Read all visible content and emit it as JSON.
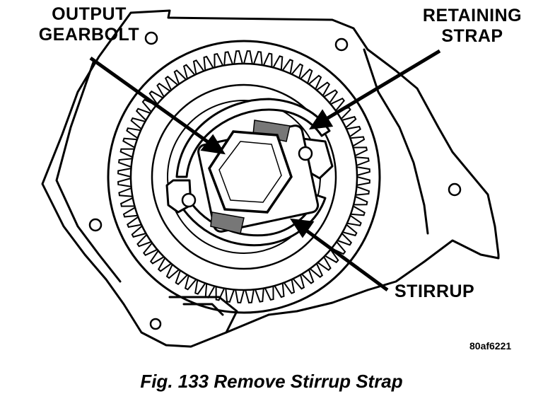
{
  "labels": {
    "output_gearbolt": [
      "OUTPUT",
      "GEARBOLT"
    ],
    "retaining_strap": [
      "RETAINING",
      "STRAP"
    ],
    "stirrup": "STIRRUP"
  },
  "figure_code": "80af6221",
  "caption": "Fig. 133 Remove Stirrup Strap"
}
